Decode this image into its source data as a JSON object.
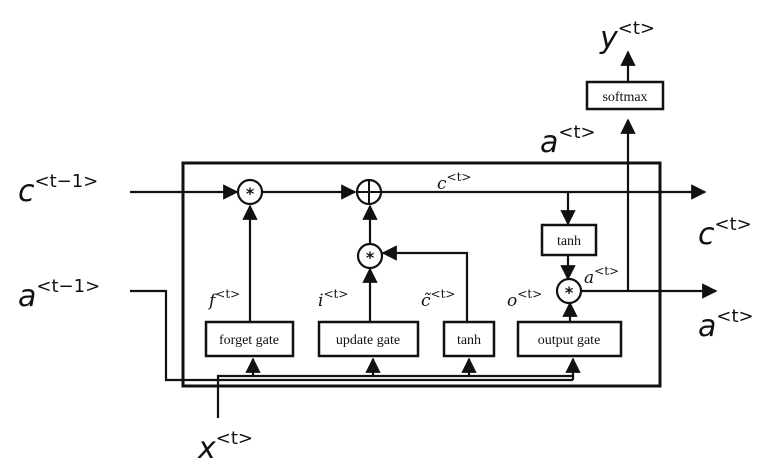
{
  "labels": {
    "c_prev": "c",
    "c_prev_sup": "<t−1>",
    "a_prev": "a",
    "a_prev_sup": "<t−1>",
    "x": "x",
    "x_sup": "<t>",
    "y": "y",
    "y_sup": "<t>",
    "a_top": "a",
    "a_top_sup": "<t>",
    "c_out": "c",
    "c_out_sup": "<t>",
    "a_out": "a",
    "a_out_sup": "<t>",
    "c_line": "c",
    "c_line_sup": "<t>",
    "f": "f",
    "f_sup": "<t>",
    "i": "i",
    "i_sup": "<t>",
    "c_tilde": "c̃",
    "c_tilde_sup": "<t>",
    "o": "o",
    "o_sup": "<t>",
    "a_inner": "a",
    "a_inner_sup": "<t>"
  },
  "boxes": {
    "softmax": "softmax",
    "forget_gate": "forget gate",
    "update_gate": "update gate",
    "tanh_candidate": "tanh",
    "output_gate": "output gate",
    "tanh_cell": "tanh"
  },
  "operators": {
    "multiply": "*",
    "add": "+"
  }
}
